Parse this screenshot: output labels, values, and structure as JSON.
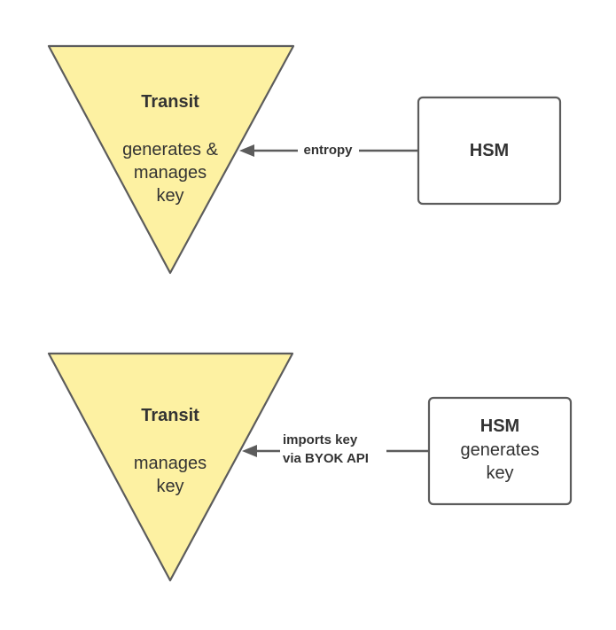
{
  "colors": {
    "triangle_fill": "#fdf1a2",
    "stroke": "#5c5c5c",
    "text": "#333333",
    "background": "#ffffff"
  },
  "scenario_1": {
    "transit": {
      "title": "Transit",
      "lines": [
        "generates &",
        "manages",
        "key"
      ]
    },
    "hsm": {
      "lines": [
        "HSM"
      ]
    },
    "edge": {
      "lines": [
        "entropy"
      ]
    }
  },
  "scenario_2": {
    "transit": {
      "title": "Transit",
      "lines": [
        "manages",
        "key"
      ]
    },
    "hsm": {
      "lines": [
        "HSM",
        "generates",
        "key"
      ]
    },
    "edge": {
      "lines": [
        "imports key",
        "via BYOK API"
      ]
    }
  }
}
